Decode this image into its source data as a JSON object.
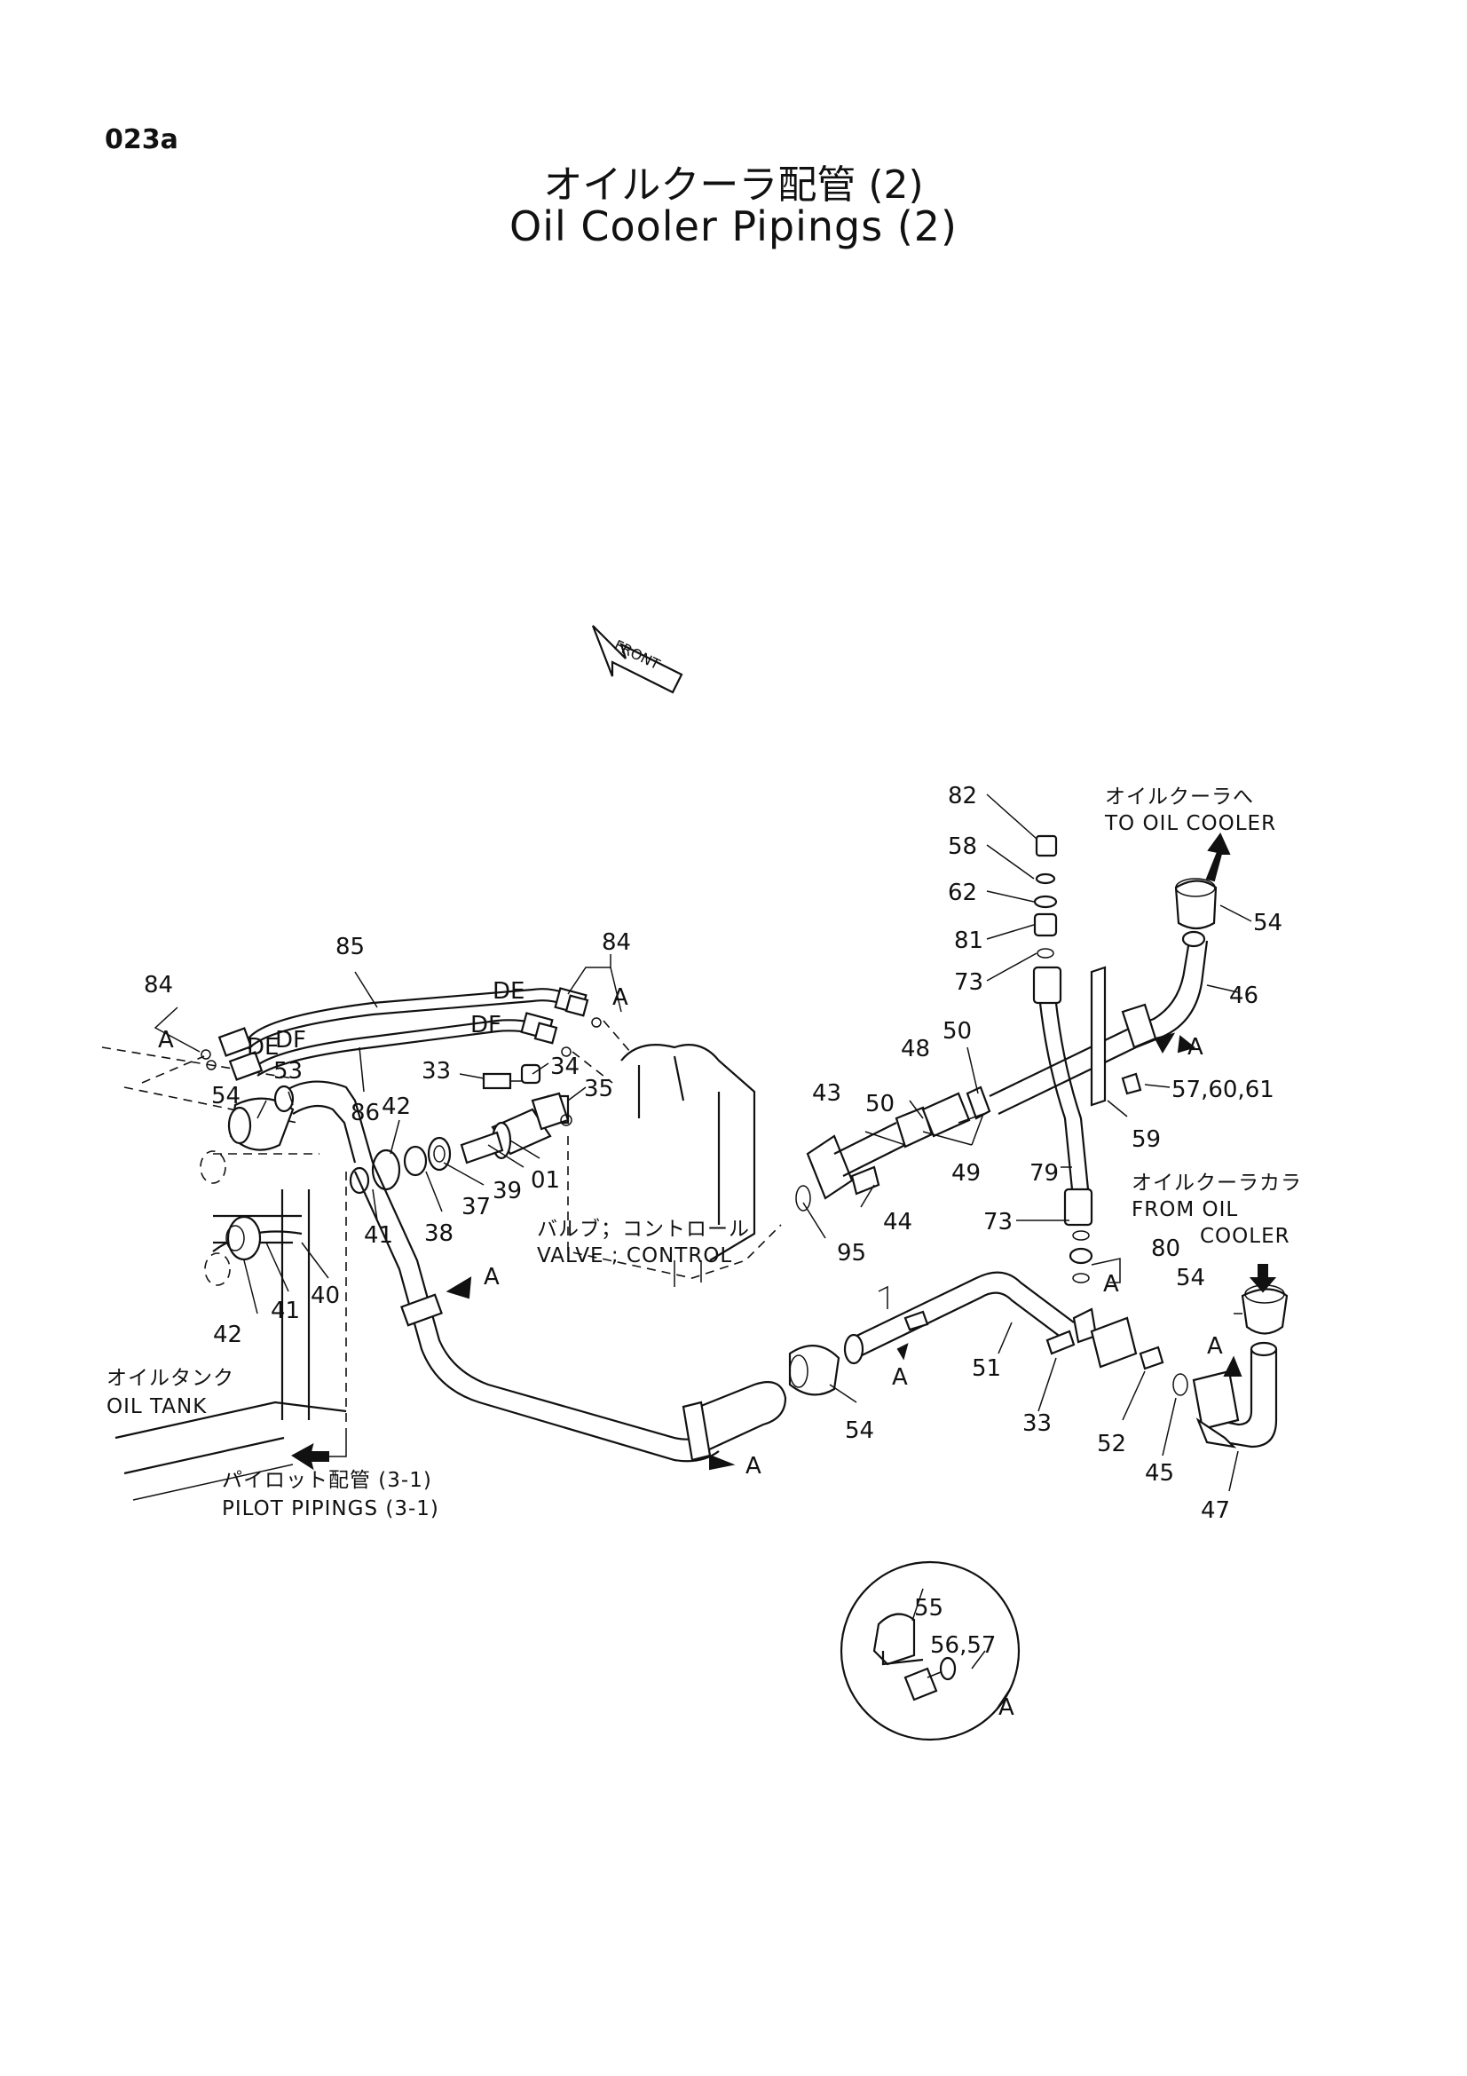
{
  "page_code": "023a",
  "title_jp": "オイルクーラ配管 (2)",
  "title_en": "Oil Cooler Pipings (2)",
  "front_label": "FRONT",
  "notes": {
    "to_cooler_jp": "オイルクーラへ",
    "to_cooler_en": "TO OIL COOLER",
    "from_cooler_jp": "オイルクーラカラ",
    "from_cooler_en_1": "FROM OIL",
    "from_cooler_en_2": "COOLER",
    "valve_jp": "バルブ；コントロール",
    "valve_en": "VALVE ; CONTROL",
    "tank_jp": "オイルタンク",
    "tank_en": "OIL TANK",
    "pilot_jp": "パイロット配管 (3-1)",
    "pilot_en": "PILOT PIPINGS (3-1)"
  },
  "port_labels": {
    "de": "DE",
    "df": "DF"
  },
  "view_marker": "A",
  "callouts": {
    "c82": "82",
    "c58": "58",
    "c62": "62",
    "c81": "81",
    "c73a": "73",
    "c73b": "73",
    "c54a": "54",
    "c46": "46",
    "c57_60_61": "57,60,61",
    "c59": "59",
    "c79": "79",
    "c43": "43",
    "c48": "48",
    "c50a": "50",
    "c50b": "50",
    "c49": "49",
    "c44": "44",
    "c95": "95",
    "c80": "80",
    "c54b": "54",
    "c85": "85",
    "c84a": "84",
    "c84b": "84",
    "c86": "86",
    "c33a": "33",
    "c34": "34",
    "c35": "35",
    "c54c": "54",
    "c53": "53",
    "c42a": "42",
    "c42b": "42",
    "c41a": "41",
    "c41b": "41",
    "c40": "40",
    "c38": "38",
    "c37": "37",
    "c39": "39",
    "c01": "01",
    "c51": "51",
    "c33b": "33",
    "c52": "52",
    "c45": "45",
    "c47": "47",
    "c54d": "54",
    "c55": "55",
    "c56_57": "56,57"
  }
}
